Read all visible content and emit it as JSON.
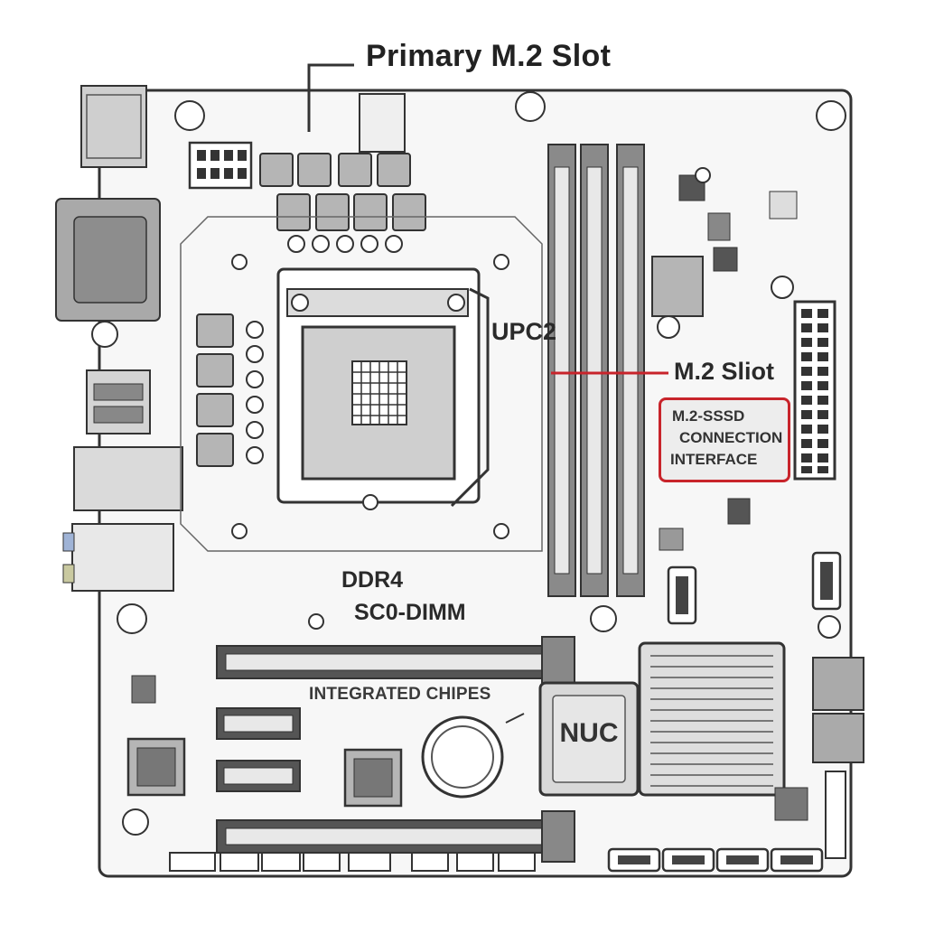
{
  "diagram": {
    "labels": {
      "primary_m2": "Primary M.2 Slot",
      "upc2": "UPC2",
      "m2_slot": "M.2 Sliot",
      "box_line1": "M.2-SSSD",
      "box_line2": "CONNECTION",
      "box_line3": "INTERFACE",
      "ddr4": "DDR4",
      "sodimm": "SC0-DIMM",
      "integrated": "INTEGRATED CHIPES",
      "nuc": "NUC"
    },
    "colors": {
      "board_fill": "#f7f7f7",
      "outline": "#333333",
      "chip_fill": "#b5b5b5",
      "ram_slot": "#8a8a8a",
      "highlight_red": "#c8242b"
    }
  }
}
